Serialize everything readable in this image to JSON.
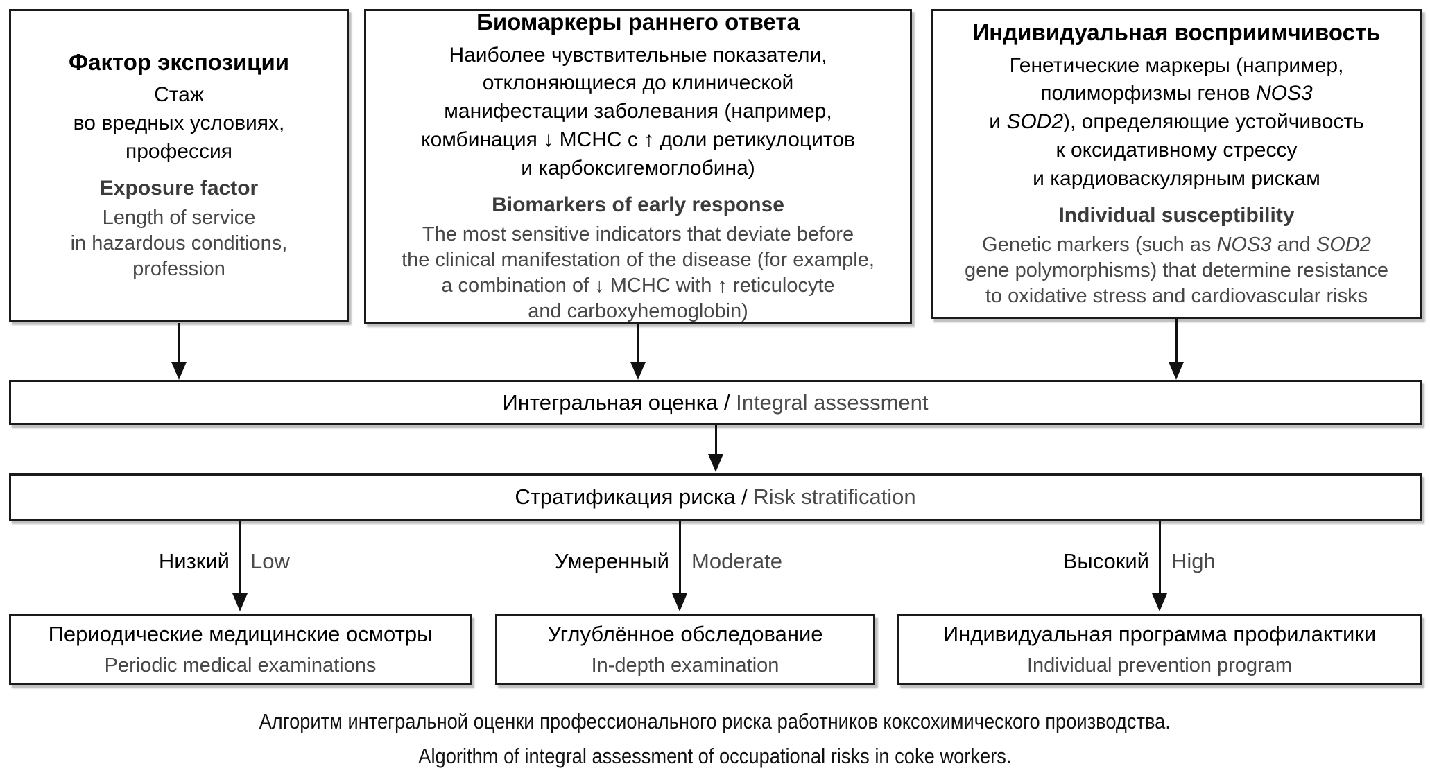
{
  "colors": {
    "ru_text": "#000000",
    "en_text": "#474747",
    "en_title": "#3b3b3b",
    "border": "#1a1a1a",
    "background": "#ffffff"
  },
  "top_boxes": [
    {
      "title_ru": "Фактор экспозиции",
      "body_ru": "Стаж\nво вредных условиях,\nпрофессия",
      "title_en": "Exposure factor",
      "body_en": "Length of service\nin hazardous conditions,\nprofession"
    },
    {
      "title_ru": "Биомаркеры раннего ответа",
      "body_ru": "Наиболее чувствительные показатели,\nотклоняющиеся до клинической\nманифестации заболевания (например,\nкомбинация ↓ MCHC с ↑ доли ретикулоцитов\nи карбоксигемоглобина)",
      "title_en": "Biomarkers of early response",
      "body_en": "The most sensitive indicators that deviate before\nthe clinical manifestation of the disease (for example,\na combination of ↓ MCHC with ↑ reticulocyte\nand carboxyhemoglobin)"
    },
    {
      "title_ru": "Индивидуальная восприимчивость",
      "body_ru_parts": [
        "Генетические маркеры (например,\nполиморфизмы генов ",
        "NOS3",
        "\nи ",
        "SOD2",
        "), определяющие устойчивость\nк оксидативному стрессу\nи кардиоваскулярным рискам"
      ],
      "title_en": "Individual susceptibility",
      "body_en_parts": [
        "Genetic markers (such as ",
        "NOS3",
        " and ",
        "SOD2",
        "\ngene polymorphisms) that determine resistance\nto oxidative stress and cardiovascular risks"
      ]
    }
  ],
  "assessment_bar": {
    "ru": "Интегральная оценка / ",
    "en": "Integral assessment"
  },
  "stratification_bar": {
    "ru": "Стратификация риска / ",
    "en": "Risk stratification"
  },
  "risk_levels": [
    {
      "ru": "Низкий",
      "en": "Low"
    },
    {
      "ru": "Умеренный",
      "en": "Moderate"
    },
    {
      "ru": "Высокий",
      "en": "High"
    }
  ],
  "outcome_boxes": [
    {
      "ru": "Периодические медицинские осмотры",
      "en": "Periodic medical examinations"
    },
    {
      "ru": "Углублённое обследование",
      "en": "In-depth examination"
    },
    {
      "ru": "Индивидуальная программа профилактики",
      "en": "Individual prevention program"
    }
  ],
  "caption": {
    "ru": "Алгоритм интегральной оценки профессионального риска работников коксохимического производства.",
    "en": "Algorithm of integral assessment of occupational risks in coke workers."
  }
}
